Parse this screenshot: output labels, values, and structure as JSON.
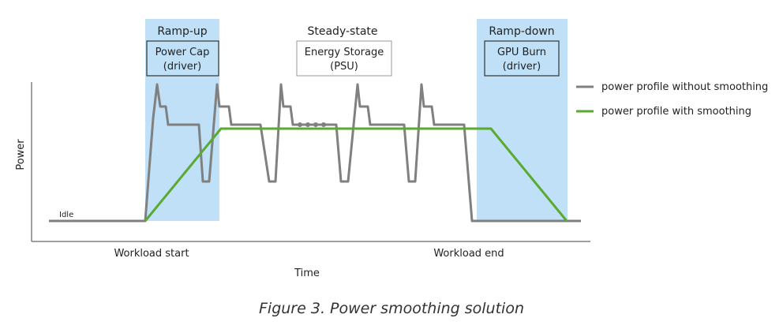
{
  "phases": {
    "ramp_up": {
      "title": "Ramp-up",
      "box_line1": "Power Cap",
      "box_line2": "(driver)"
    },
    "steady": {
      "title": "Steady-state",
      "box_line1": "Energy Storage",
      "box_line2": "(PSU)"
    },
    "ramp_down": {
      "title": "Ramp-down",
      "box_line1": "GPU Burn",
      "box_line2": "(driver)"
    }
  },
  "axes": {
    "y_label": "Power",
    "x_label": "Time",
    "idle_label": "Idle",
    "start_label": "Workload start",
    "end_label": "Workload end"
  },
  "legend": {
    "without": "power profile without smoothing",
    "with": "power profile with smoothing"
  },
  "colors": {
    "phase_fill": "#bfe0f6",
    "without_line": "#808080",
    "with_line": "#5aaa32",
    "axis": "#808080",
    "box_border": "#333333"
  },
  "caption": "Figure 3. Power smoothing solution"
}
